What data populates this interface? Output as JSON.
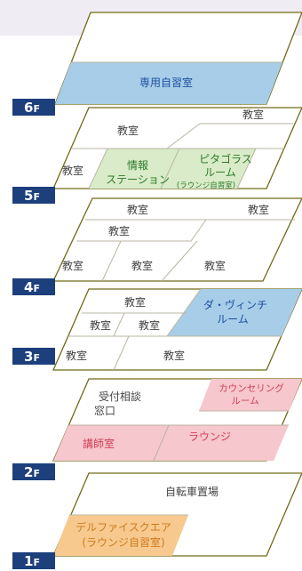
{
  "colors": {
    "band": "#efecf4",
    "slab_stroke": "#6f6a18",
    "divider": "#b9b6a3",
    "badge": "#1d3f7c",
    "blue_fill": "#a8cde8",
    "green_fill": "#d9ebc8",
    "pink_fill": "#f6c7cc",
    "orange_fill": "#f7c98f"
  },
  "floors": [
    {
      "id": "6f",
      "badge": {
        "num": "6",
        "suffix": "F"
      },
      "rooms": [
        {
          "label": "専用自習室",
          "tone": "blue"
        }
      ]
    },
    {
      "id": "5f",
      "badge": {
        "num": "5",
        "suffix": "F"
      },
      "rooms": [
        {
          "label": "教室",
          "tone": "plain"
        },
        {
          "label": "教室",
          "tone": "plain"
        },
        {
          "label": "教室",
          "tone": "plain"
        },
        {
          "label": "情報",
          "tone": "green"
        },
        {
          "label": "ステーション",
          "tone": "green"
        },
        {
          "label": "ピタゴラス",
          "tone": "green"
        },
        {
          "label": "ルーム",
          "tone": "green"
        },
        {
          "label": "(ラウンジ自習室)",
          "tone": "green"
        }
      ]
    },
    {
      "id": "4f",
      "badge": {
        "num": "4",
        "suffix": "F"
      },
      "rooms": [
        {
          "label": "教室",
          "tone": "plain"
        },
        {
          "label": "教室",
          "tone": "plain"
        },
        {
          "label": "教室",
          "tone": "plain"
        },
        {
          "label": "教室",
          "tone": "plain"
        },
        {
          "label": "教室",
          "tone": "plain"
        },
        {
          "label": "教室",
          "tone": "plain"
        }
      ]
    },
    {
      "id": "3f",
      "badge": {
        "num": "3",
        "suffix": "F"
      },
      "rooms": [
        {
          "label": "教室",
          "tone": "plain"
        },
        {
          "label": "教室",
          "tone": "plain"
        },
        {
          "label": "教室",
          "tone": "plain"
        },
        {
          "label": "ダ・ヴィンチ",
          "tone": "blue"
        },
        {
          "label": "ルーム",
          "tone": "blue"
        },
        {
          "label": "教室",
          "tone": "plain"
        },
        {
          "label": "教室",
          "tone": "plain"
        }
      ]
    },
    {
      "id": "2f",
      "badge": {
        "num": "2",
        "suffix": "F"
      },
      "rooms": [
        {
          "label": "受付相談",
          "tone": "plain"
        },
        {
          "label": "窓口",
          "tone": "plain"
        },
        {
          "label": "カウンセリング",
          "tone": "pink"
        },
        {
          "label": "ルーム",
          "tone": "pink"
        },
        {
          "label": "講師室",
          "tone": "pink"
        },
        {
          "label": "ラウンジ",
          "tone": "pink"
        }
      ]
    },
    {
      "id": "1f",
      "badge": {
        "num": "1",
        "suffix": "F"
      },
      "rooms": [
        {
          "label": "自転車置場",
          "tone": "plain"
        },
        {
          "label": "デルファイスクエア",
          "tone": "orange"
        },
        {
          "label": "(ラウンジ自習室)",
          "tone": "orange"
        }
      ]
    }
  ]
}
